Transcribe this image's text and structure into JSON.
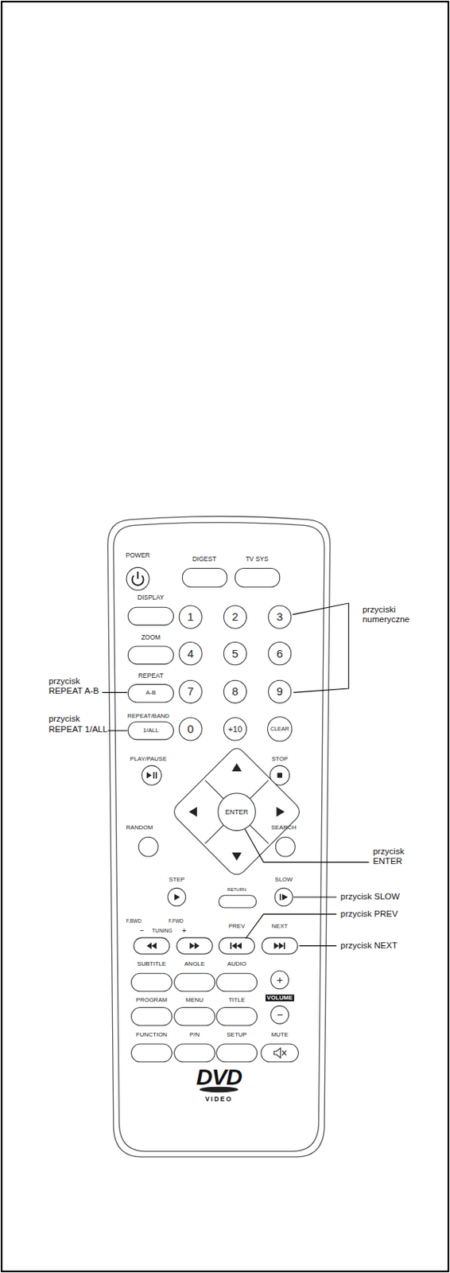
{
  "diagram": {
    "labels": [
      "POWER",
      "DIGEST",
      "TV SYS",
      "DISPLAY",
      "1",
      "2",
      "3",
      "przyciski numeryczne",
      "ZOOM",
      "4",
      "5",
      "6",
      "przycisk REPEAT A-B",
      "REPEAT",
      "A-B",
      "7",
      "8",
      "9",
      "przycisk REPEAT 1/ALL",
      "REPEAT/BAND",
      "1/ALL",
      "0",
      "+10",
      "CLEAR",
      "PLAY/PAUSE",
      "STOP",
      "ENTER",
      "przycisk ENTER",
      "RANDOM",
      "SEARCH",
      "STEP",
      "RETURN",
      "SLOW",
      "przycisk SLOW",
      "F.BWD",
      "F.FWD",
      "PREV",
      "NEXT",
      "przycisk PREV",
      "−",
      "TUNING",
      "+",
      "przycisk NEXT",
      "SUBTITLE",
      "ANGLE",
      "AUDIO",
      "+",
      "PROGRAM",
      "MENU",
      "TITLE",
      "VOLUME",
      "−",
      "FUNCTION",
      "P/N",
      "SETUP",
      "MUTE",
      "DVD",
      "VIDEO"
    ]
  }
}
